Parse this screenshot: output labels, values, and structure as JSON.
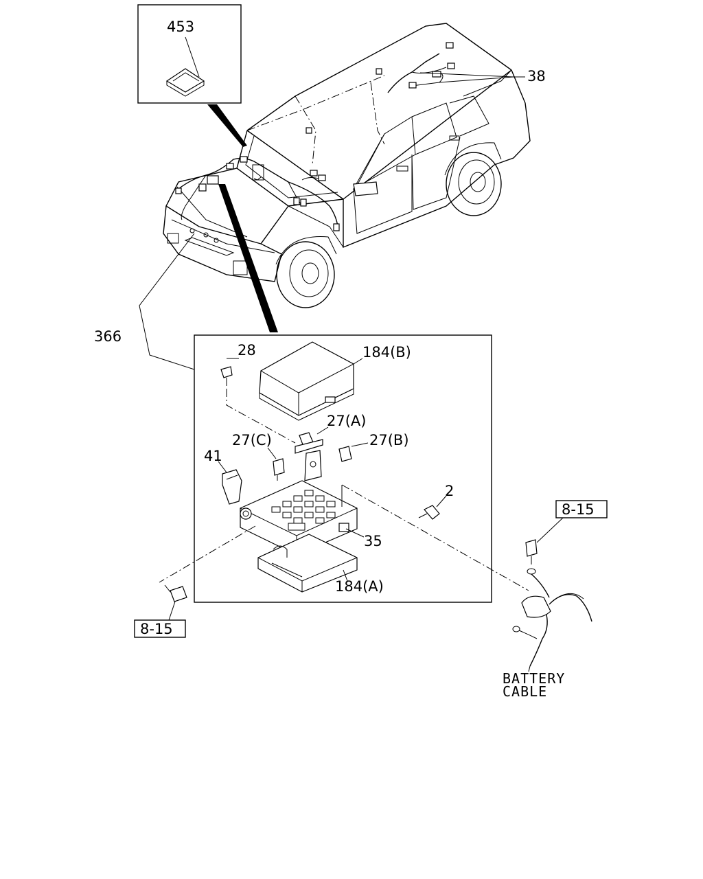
{
  "callouts": {
    "p453": "453",
    "p38": "38",
    "p366": "366",
    "p28": "28",
    "p184b": "184(B)",
    "p27a": "27(A)",
    "p27c": "27(C)",
    "p27b": "27(B)",
    "p41": "41",
    "p2": "2",
    "p35": "35",
    "p184a": "184(A)"
  },
  "references": {
    "ref_right": "8-15",
    "ref_left": "8-15"
  },
  "battery_cable": {
    "line1": "BATTERY",
    "line2": "CABLE"
  }
}
